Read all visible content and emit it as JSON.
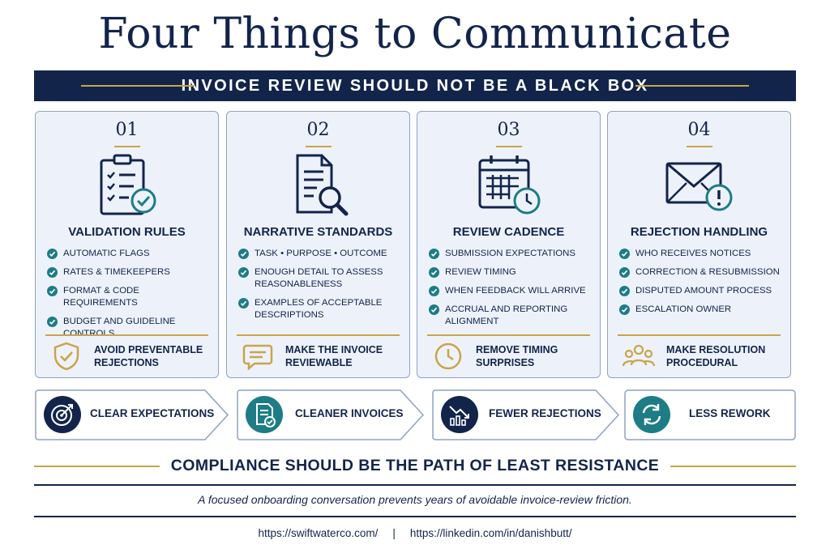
{
  "title": "Four Things to Communicate",
  "banner": "INVOICE REVIEW SHOULD NOT BE A BLACK BOX",
  "cards": [
    {
      "number": "01",
      "icon": "clipboard-check-icon",
      "title": "VALIDATION RULES",
      "items": [
        "AUTOMATIC FLAGS",
        "RATES & TIMEKEEPERS",
        "FORMAT & CODE REQUIREMENTS",
        "BUDGET AND GUIDELINE CONTROLS"
      ],
      "footer_icon": "shield-check-icon",
      "footer": "AVOID PREVENTABLE REJECTIONS"
    },
    {
      "number": "02",
      "icon": "document-search-icon",
      "title": "NARRATIVE STANDARDS",
      "items": [
        "TASK • PURPOSE • OUTCOME",
        "ENOUGH DETAIL TO ASSESS REASONABLENESS",
        "EXAMPLES OF ACCEPTABLE DESCRIPTIONS"
      ],
      "footer_icon": "speech-bubble-icon",
      "footer": "MAKE THE INVOICE REVIEWABLE"
    },
    {
      "number": "03",
      "icon": "calendar-clock-icon",
      "title": "REVIEW CADENCE",
      "items": [
        "SUBMISSION EXPECTATIONS",
        "REVIEW TIMING",
        "WHEN FEEDBACK WILL ARRIVE",
        "ACCRUAL AND REPORTING ALIGNMENT"
      ],
      "footer_icon": "clock-icon",
      "footer": "REMOVE TIMING SURPRISES"
    },
    {
      "number": "04",
      "icon": "envelope-alert-icon",
      "title": "REJECTION HANDLING",
      "items": [
        "WHO RECEIVES NOTICES",
        "CORRECTION & RESUBMISSION",
        "DISPUTED AMOUNT PROCESS",
        "ESCALATION OWNER"
      ],
      "footer_icon": "people-group-icon",
      "footer": "MAKE RESOLUTION PROCEDURAL"
    }
  ],
  "flow": [
    {
      "label": "CLEAR EXPECTATIONS",
      "icon": "target-icon",
      "color": "#13244b"
    },
    {
      "label": "CLEANER INVOICES",
      "icon": "invoice-check-icon",
      "color": "#1d7c85"
    },
    {
      "label": "FEWER REJECTIONS",
      "icon": "bar-chart-down-icon",
      "color": "#13244b"
    },
    {
      "label": "LESS REWORK",
      "icon": "refresh-icon",
      "color": "#1d7c85"
    }
  ],
  "bottom_title": "COMPLIANCE SHOULD BE THE PATH OF LEAST RESISTANCE",
  "subtitle": "A focused onboarding conversation prevents years of avoidable invoice-review friction.",
  "links": {
    "site": "https://swiftwaterco.com/",
    "separator": "|",
    "linkedin": "https://linkedin.com/in/danishbutt/"
  },
  "colors": {
    "navy": "#13244b",
    "teal": "#1d7c85",
    "gold": "#c9a44a",
    "card_bg": "#edf2fa"
  }
}
